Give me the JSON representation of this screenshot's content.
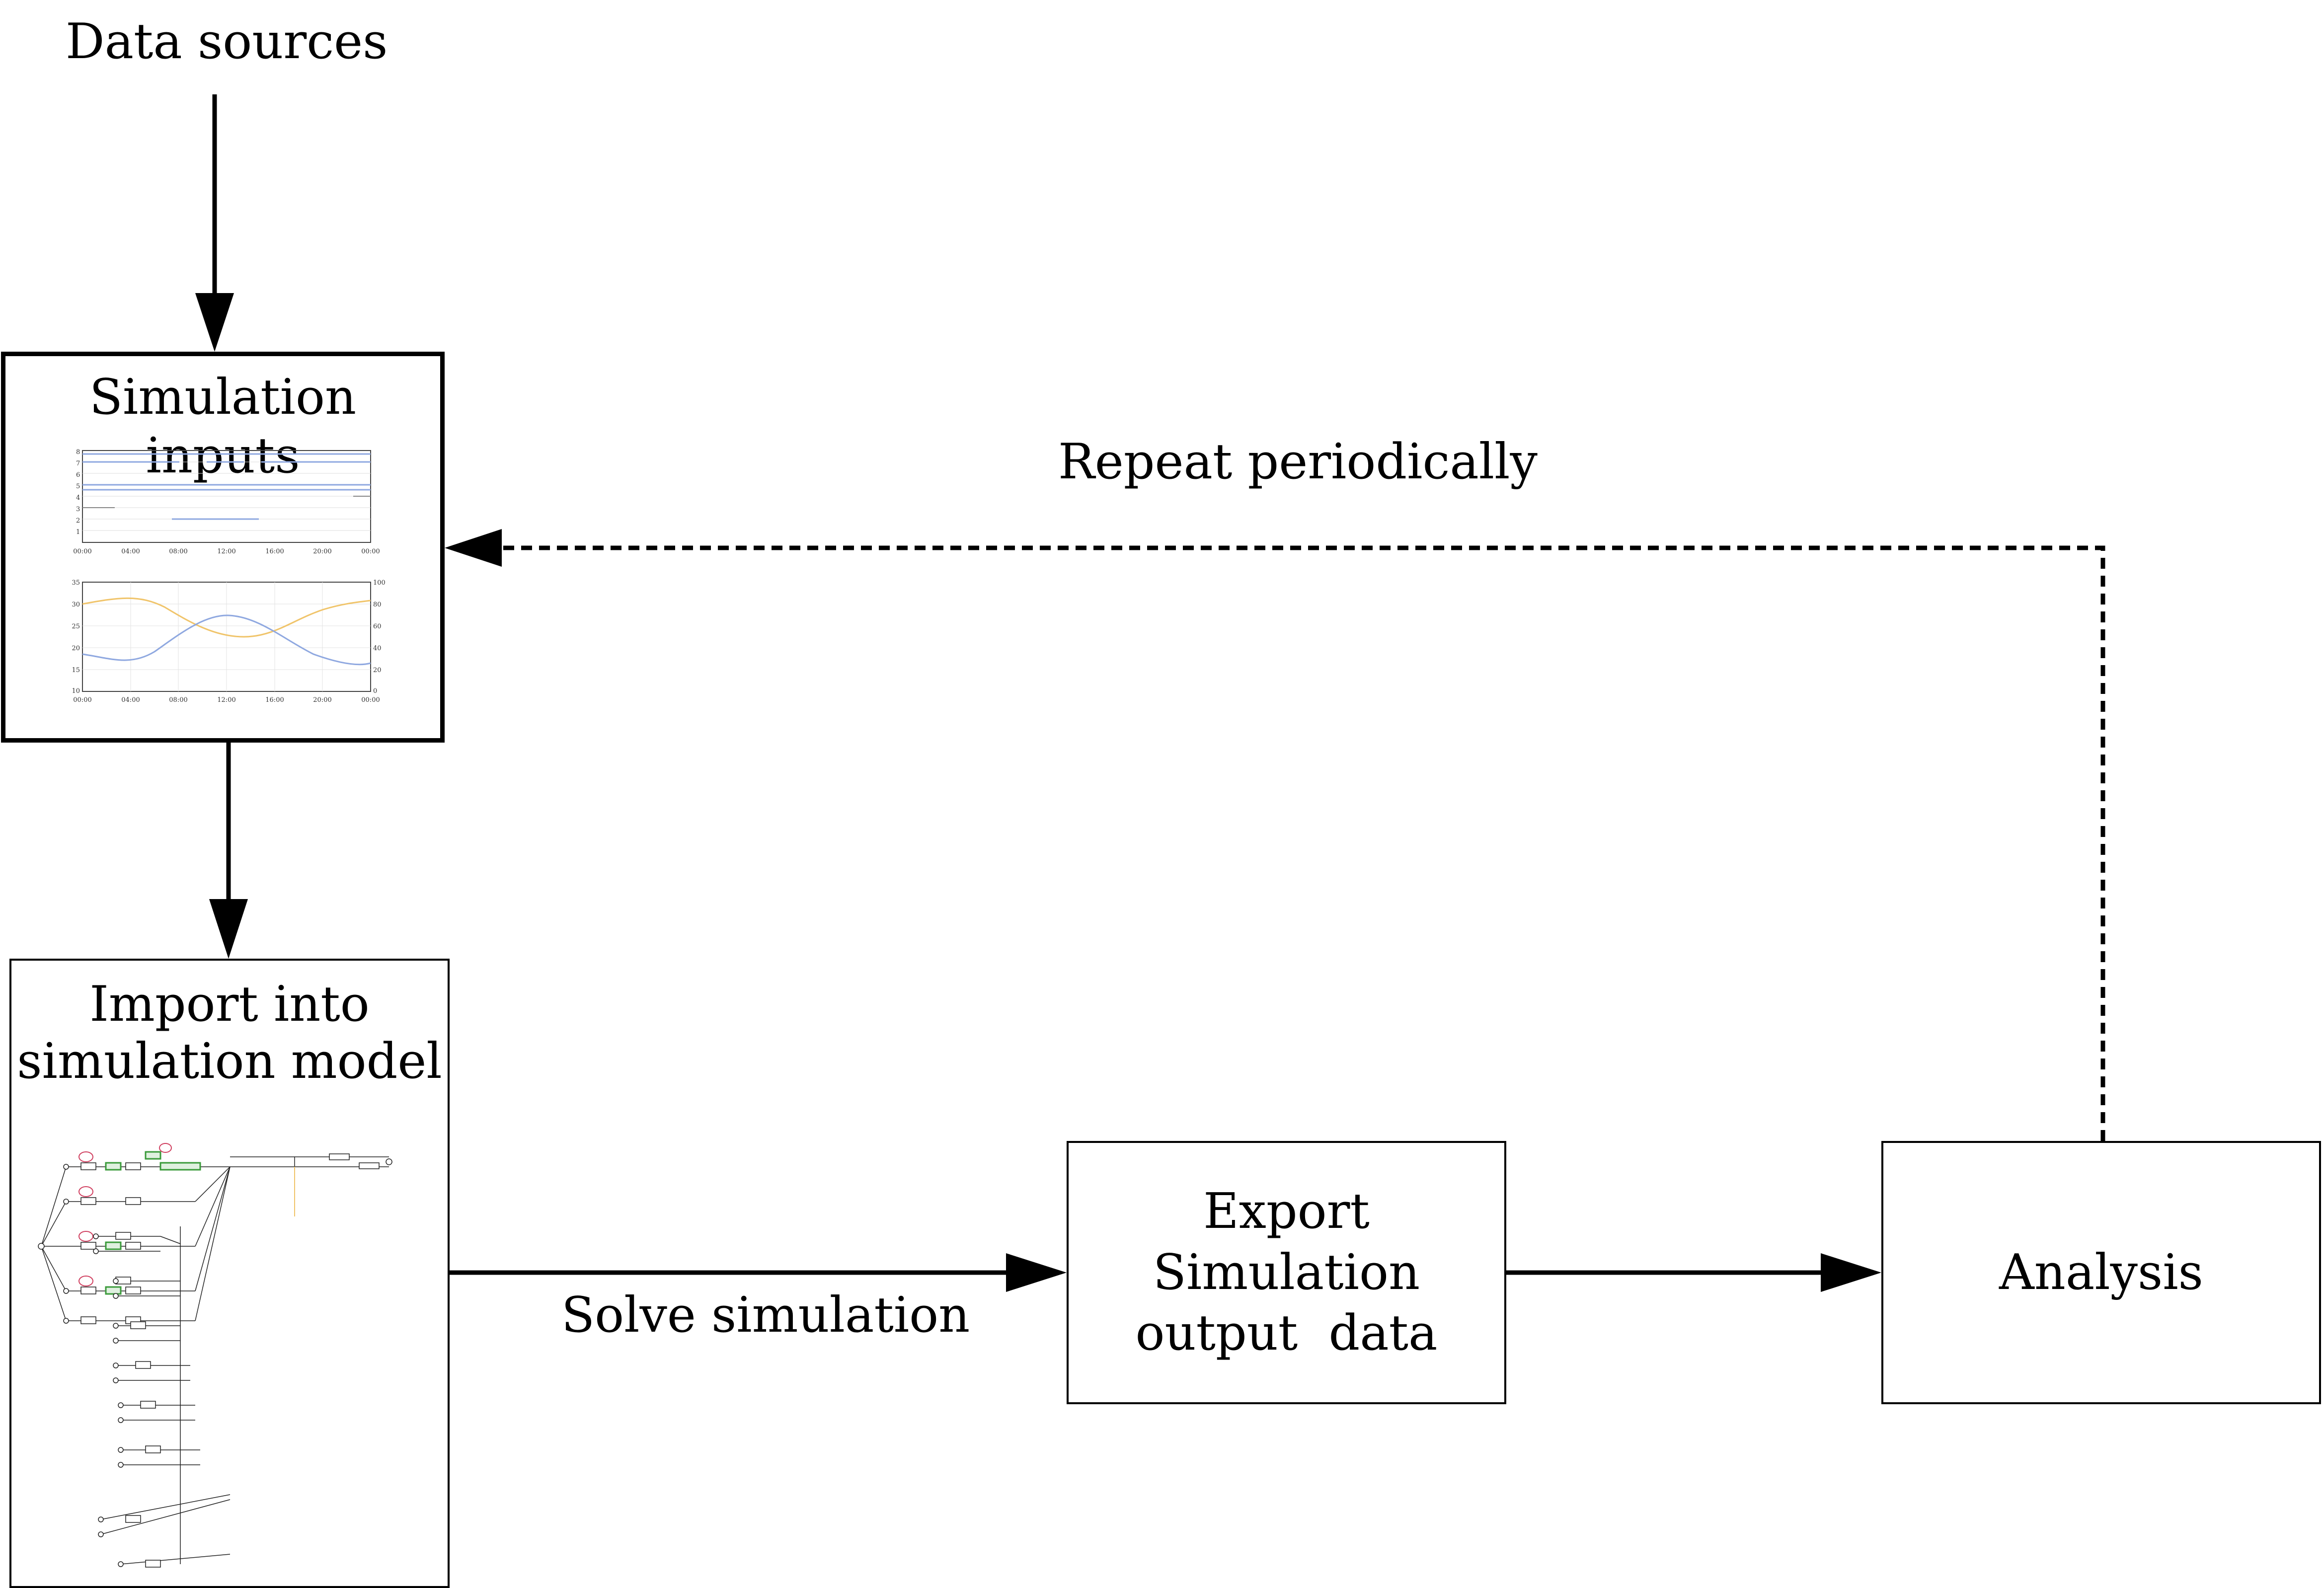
{
  "labels": {
    "data_sources": "Data sources",
    "repeat_periodically": "Repeat periodically",
    "solve_simulation": "Solve simulation"
  },
  "boxes": {
    "simulation_inputs": "Simulation inputs",
    "import_line1": "Import into",
    "import_line2": "simulation model",
    "export_line1": "Export Simulation",
    "export_line2": "output  data",
    "analysis": "Analysis"
  },
  "input_charts": {
    "top": {
      "y_ticks": [
        "8",
        "7",
        "6",
        "5",
        "4",
        "3",
        "2",
        "1"
      ],
      "x_ticks": [
        "00:00",
        "04:00",
        "08:00",
        "12:00",
        "16:00",
        "20:00",
        "00:00"
      ]
    },
    "bottom": {
      "y_left_ticks": [
        "35",
        "30",
        "25",
        "20",
        "15",
        "10"
      ],
      "y_right_ticks": [
        "100",
        "80",
        "60",
        "40",
        "20",
        "0"
      ],
      "x_ticks": [
        "00:00",
        "04:00",
        "08:00",
        "12:00",
        "16:00",
        "20:00",
        "00:00"
      ]
    }
  },
  "colors": {
    "line": "#000000",
    "series_blue": "#8fa8e0",
    "series_orange": "#f0c46a",
    "model_green": "#3a9a3a",
    "model_red": "#d04060"
  }
}
